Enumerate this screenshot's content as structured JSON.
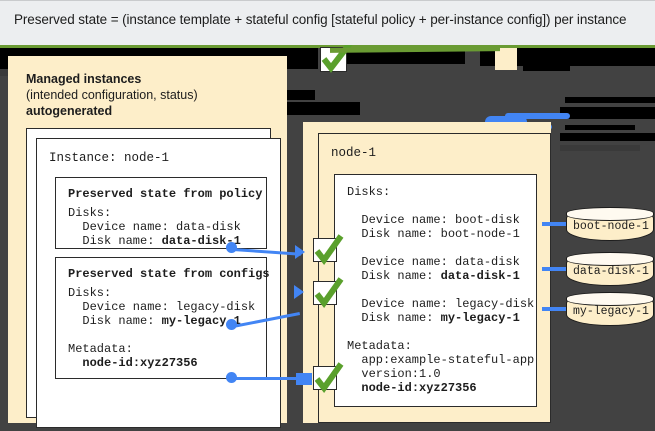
{
  "header": {
    "caption": "Preserved state = (instance template + stateful config [stateful policy + per-instance config]) per instance"
  },
  "colors": {
    "background": "#424242",
    "header_bg": "#eceef0",
    "panel_cream": "#fdeec9",
    "accent_blue": "#4285f4",
    "accent_green": "#6a9b33",
    "check_green": "#5aa02c",
    "box_white": "#ffffff",
    "text": "#1d1d1d"
  },
  "left_panel": {
    "title": "Managed instances",
    "subtitle": "(intended configuration, status)",
    "autogenerated": "autogenerated",
    "instance_heading": "Instance: node-1",
    "policy_box": {
      "title": "Preserved state from policy",
      "lines": [
        {
          "text": "Disks:",
          "bold": false
        },
        {
          "text": "  Device name: data-disk",
          "bold": false
        },
        {
          "text": "  Disk name: ",
          "bold_suffix": "data-disk-1"
        }
      ]
    },
    "configs_box": {
      "title": "Preserved state from configs",
      "lines": [
        {
          "text": "Disks:",
          "bold": false
        },
        {
          "text": "  Device name: legacy-disk",
          "bold": false
        },
        {
          "text": "  Disk name: ",
          "bold_suffix": "my-legacy-1"
        },
        {
          "text": "",
          "bold": false
        },
        {
          "text": "Metadata:",
          "bold": false
        },
        {
          "text": "  ",
          "bold_suffix": "node-id:xyz27356"
        }
      ]
    }
  },
  "right_panel": {
    "node_heading": "node-1",
    "disks_lines": [
      "Disks:",
      "",
      "  Device name: boot-disk",
      "  Disk name: boot-node-1",
      "",
      "  Device name: data-disk",
      "  Disk name: data-disk-1",
      "",
      "  Device name: legacy-disk",
      "  Disk name: my-legacy-1",
      "",
      "Metadata:",
      "  app:example-stateful-app",
      "  version:1.0",
      "  node-id:xyz27356"
    ],
    "bold_values": [
      "data-disk-1",
      "my-legacy-1",
      "node-id:xyz27356"
    ]
  },
  "disks": [
    {
      "label": "boot-node-1"
    },
    {
      "label": "data-disk-1"
    },
    {
      "label": "my-legacy-1"
    }
  ],
  "checkmarks": [
    {
      "name": "check-data-disk"
    },
    {
      "name": "check-legacy-disk"
    },
    {
      "name": "check-metadata"
    },
    {
      "name": "check-top"
    }
  ]
}
